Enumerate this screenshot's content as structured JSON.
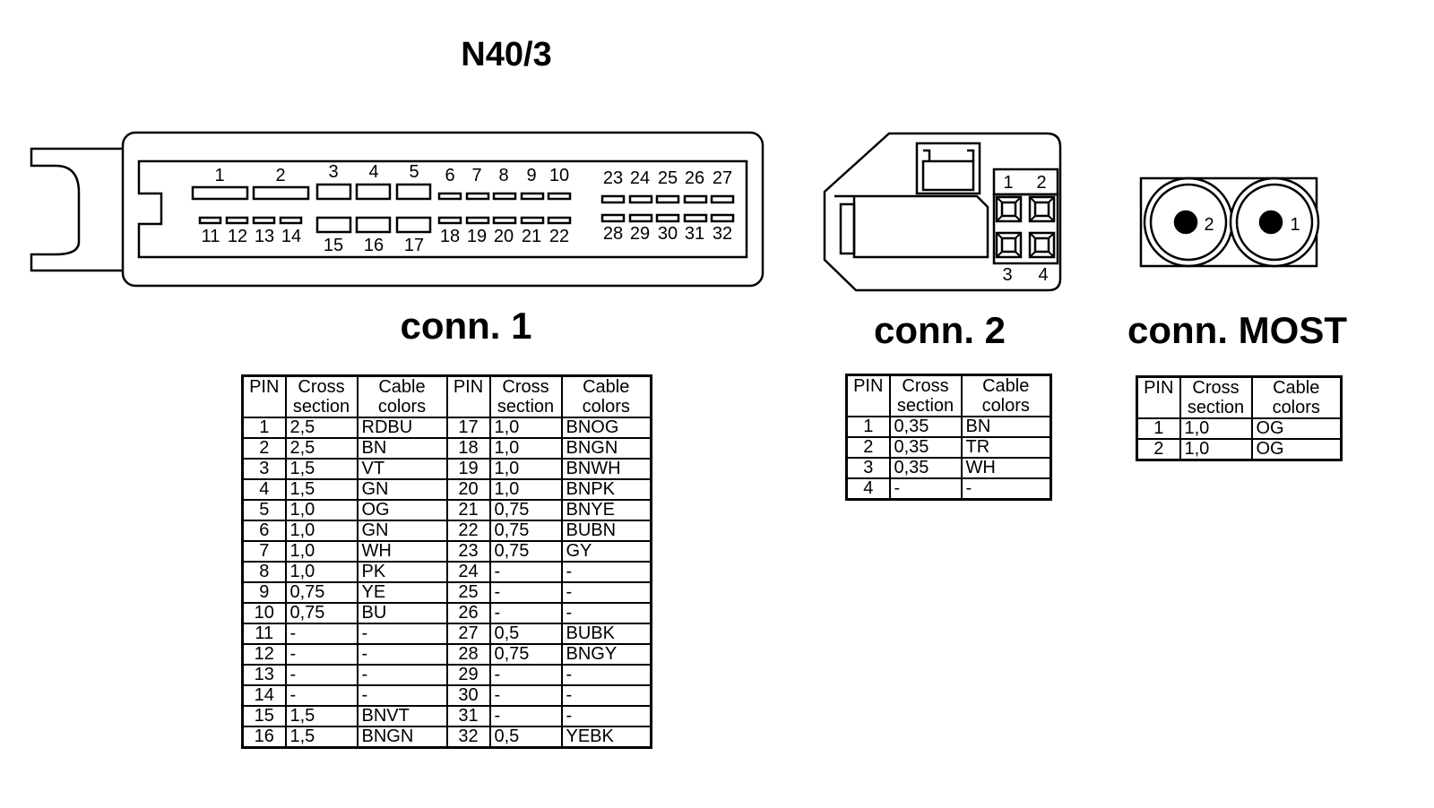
{
  "title": "N40/3",
  "connectors": {
    "conn1": {
      "label": "conn. 1",
      "pin_labels_top": [
        "1",
        "2",
        "3",
        "4",
        "5",
        "6",
        "7",
        "8",
        "9",
        "10",
        "23",
        "24",
        "25",
        "26",
        "27"
      ],
      "pin_labels_bottom": [
        "11",
        "12",
        "13",
        "14",
        "15",
        "16",
        "17",
        "18",
        "19",
        "20",
        "21",
        "22",
        "28",
        "29",
        "30",
        "31",
        "32"
      ]
    },
    "conn2": {
      "label": "conn. 2",
      "pin_labels": [
        "1",
        "2",
        "3",
        "4"
      ]
    },
    "most": {
      "label": "conn. MOST",
      "pin_labels": [
        "2",
        "1"
      ]
    }
  },
  "tables": {
    "header": {
      "pin": "PIN",
      "cross": "Cross section",
      "cable": "Cable colors"
    },
    "conn1_rows": [
      [
        "1",
        "2,5",
        "RDBU",
        "17",
        "1,0",
        "BNOG"
      ],
      [
        "2",
        "2,5",
        "BN",
        "18",
        "1,0",
        "BNGN"
      ],
      [
        "3",
        "1,5",
        "VT",
        "19",
        "1,0",
        "BNWH"
      ],
      [
        "4",
        "1,5",
        "GN",
        "20",
        "1,0",
        "BNPK"
      ],
      [
        "5",
        "1,0",
        "OG",
        "21",
        "0,75",
        "BNYE"
      ],
      [
        "6",
        "1,0",
        "GN",
        "22",
        "0,75",
        "BUBN"
      ],
      [
        "7",
        "1,0",
        "WH",
        "23",
        "0,75",
        "GY"
      ],
      [
        "8",
        "1,0",
        "PK",
        "24",
        "-",
        "-"
      ],
      [
        "9",
        "0,75",
        "YE",
        "25",
        "-",
        "-"
      ],
      [
        "10",
        "0,75",
        "BU",
        "26",
        "-",
        "-"
      ],
      [
        "11",
        "-",
        "-",
        "27",
        "0,5",
        "BUBK"
      ],
      [
        "12",
        "-",
        "-",
        "28",
        "0,75",
        "BNGY"
      ],
      [
        "13",
        "-",
        "-",
        "29",
        "-",
        "-"
      ],
      [
        "14",
        "-",
        "-",
        "30",
        "-",
        "-"
      ],
      [
        "15",
        "1,5",
        "BNVT",
        "31",
        "-",
        "-"
      ],
      [
        "16",
        "1,5",
        "BNGN",
        "32",
        "0,5",
        "YEBK"
      ]
    ],
    "conn2_rows": [
      [
        "1",
        "0,35",
        "BN"
      ],
      [
        "2",
        "0,35",
        "TR"
      ],
      [
        "3",
        "0,35",
        "WH"
      ],
      [
        "4",
        "-",
        "-"
      ]
    ],
    "most_rows": [
      [
        "1",
        "1,0",
        "OG"
      ],
      [
        "2",
        "1,0",
        "OG"
      ]
    ]
  }
}
